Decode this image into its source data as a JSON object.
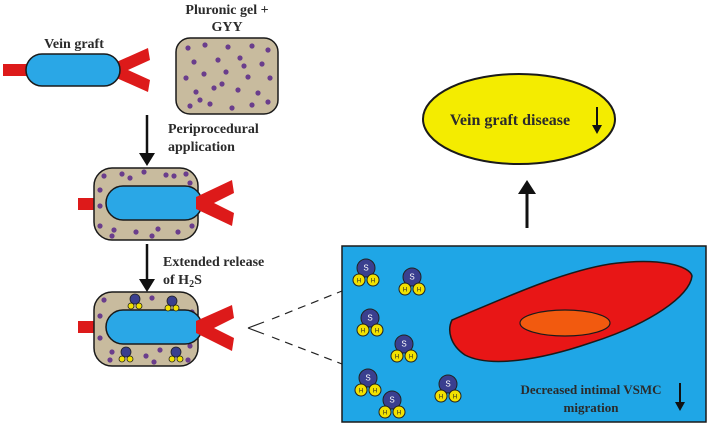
{
  "labels": {
    "vein_graft": "Vein graft",
    "gel_line1": "Pluronic gel +",
    "gel_line2": "GYY",
    "step1_line1": "Periprocedural",
    "step1_line2": "application",
    "step2_line1": "Extended release",
    "step2_line2_prefix": "of H",
    "step2_sub": "2",
    "step2_suffix": "S",
    "disease": "Vein graft disease",
    "vsmc_line1": "Decreased intimal VSMC",
    "vsmc_line2": "migration"
  },
  "molecule": {
    "center_atom": "S",
    "side_atom": "H"
  },
  "colors": {
    "vein": "#2aa7e6",
    "vein_red": "#dd1a1a",
    "gel": "#c8bb9e",
    "gel_dot": "#6a3d8c",
    "vessel_bg": "#1fa6e6",
    "cell": "#e81616",
    "nucleus": "#f25a0f",
    "disease_fill": "#f4ec00",
    "sulfur": "#3a3f8f",
    "hydrogen": "#f2e100"
  }
}
